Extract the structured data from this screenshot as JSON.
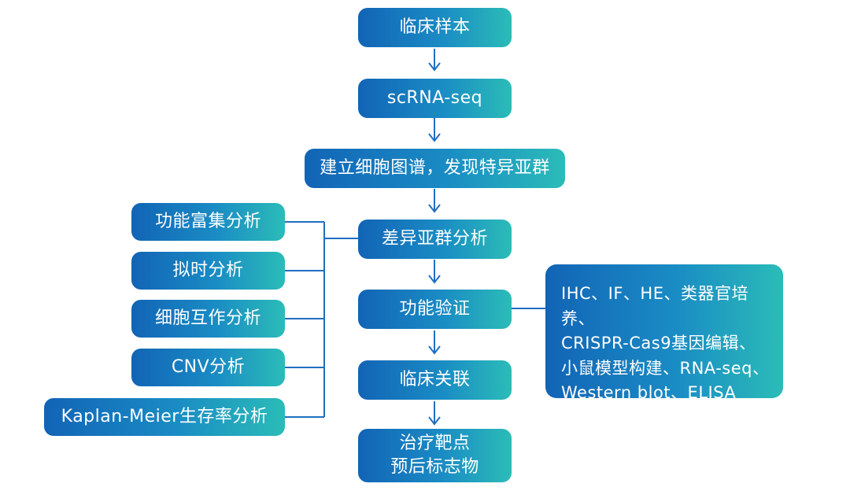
{
  "main_flow": {
    "step1": "临床样本",
    "step2": "scRNA-seq",
    "step3": "建立细胞图谱，发现特异亚群",
    "step4": "差异亚群分析",
    "step5": "功能验证",
    "step6": "临床关联",
    "step7_line1": "治疗靶点",
    "step7_line2": "预后标志物"
  },
  "analyses": [
    "功能富集分析",
    "拟时分析",
    "细胞互作分析",
    "CNV分析",
    "Kaplan-Meier生存率分析"
  ],
  "validation_methods": [
    "IHC、IF、HE、类器官培养、",
    "CRISPR-Cas9基因编辑、",
    "小鼠模型构建、RNA-seq、",
    "Western blot、ELISA"
  ],
  "colors": {
    "box_gradient_start": "#1264b6",
    "box_gradient_end": "#2bbcb8",
    "connector": "#1f6fc0"
  }
}
